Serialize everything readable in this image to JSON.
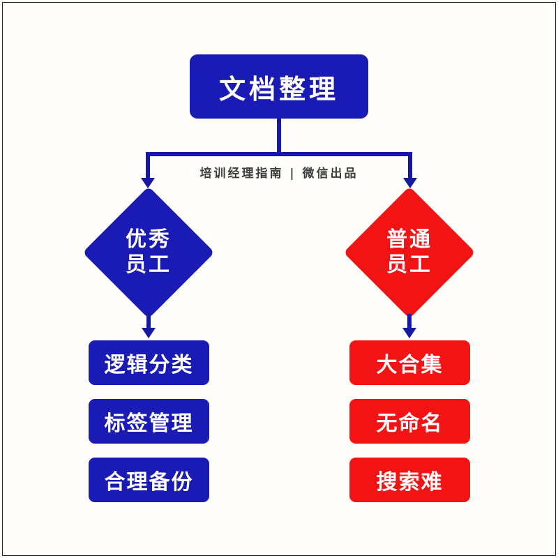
{
  "diagram": {
    "title": "文档整理",
    "watermark": "培训经理指南 | 微信出品",
    "colors": {
      "blue": "#1a1ab4",
      "red": "#f21414",
      "connector": "#1717a6",
      "background": "#fffefb",
      "text_on_node": "#ffffff"
    },
    "left_branch": {
      "label_line1": "优秀",
      "label_line2": "员工",
      "items": [
        "逻辑分类",
        "标签管理",
        "合理备份"
      ]
    },
    "right_branch": {
      "label_line1": "普通",
      "label_line2": "员工",
      "items": [
        "大合集",
        "无命名",
        "搜索难"
      ]
    }
  }
}
